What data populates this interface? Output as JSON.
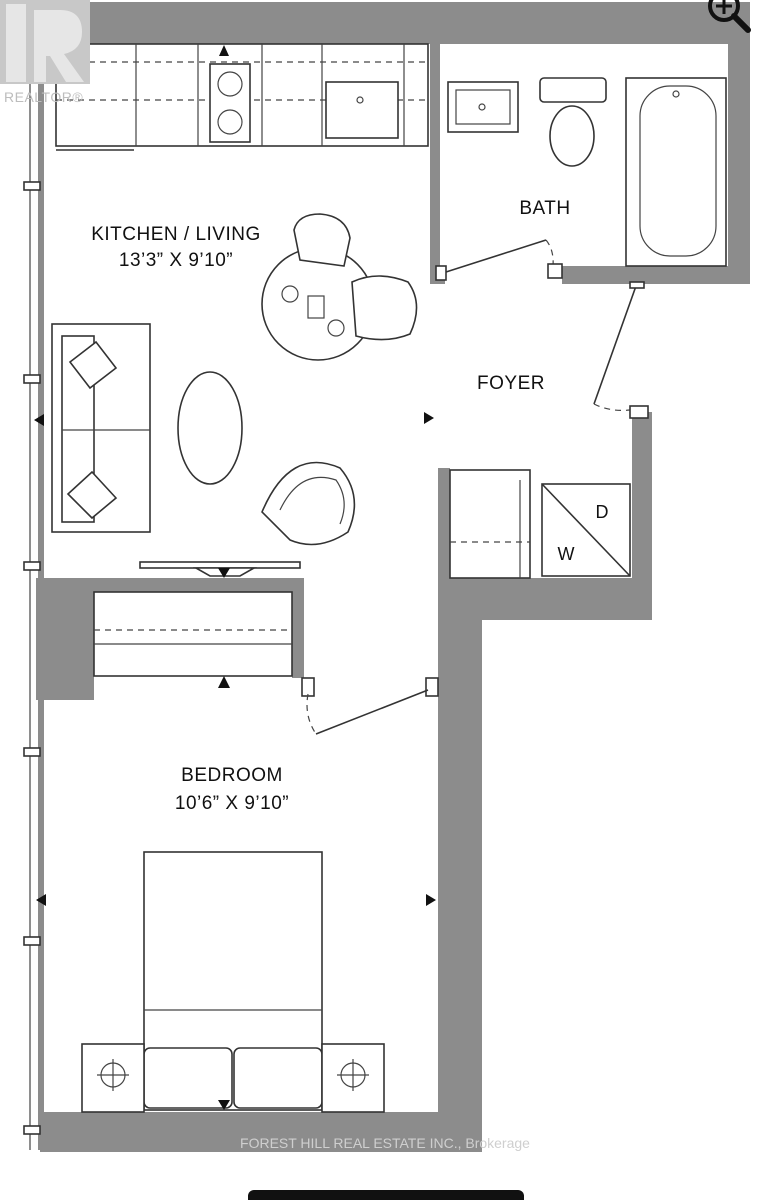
{
  "logo": {
    "brand_text": "REALTOR®"
  },
  "toolbar": {
    "zoom_icon": "zoom-in-icon"
  },
  "rooms": {
    "kitchen_living": {
      "name": "KITCHEN / LIVING",
      "dimensions": "13’3” X 9’10”"
    },
    "bath": {
      "name": "BATH"
    },
    "foyer": {
      "name": "FOYER"
    },
    "bedroom": {
      "name": "BEDROOM",
      "dimensions": "10’6” X 9’10”"
    },
    "laundry": {
      "dryer": "D",
      "washer": "W"
    }
  },
  "watermark": {
    "text": "FOREST HILL REAL ESTATE INC., Brokerage"
  },
  "colors": {
    "wall": "#8c8c8c",
    "line": "#333333",
    "background": "#ffffff"
  }
}
